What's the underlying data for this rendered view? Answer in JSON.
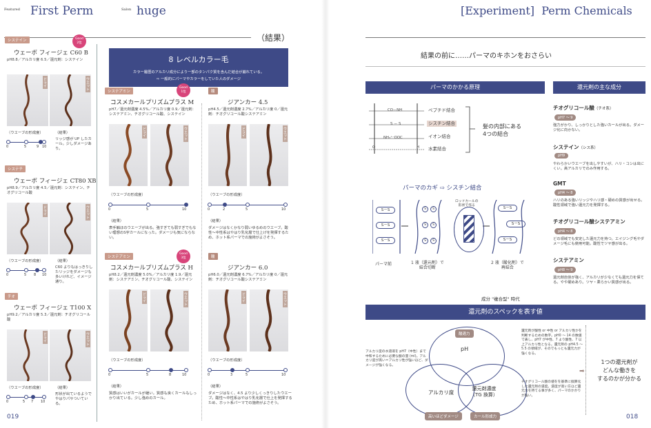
{
  "left": {
    "header": {
      "featured": "Featured",
      "title": "First Perm",
      "salon": "Salon",
      "salon_name": "huge"
    },
    "result_heading": "（結果）",
    "products": [
      {
        "tag": "システイン",
        "name": "ウェーボ フィージェ C60 B",
        "spec": "pH8.8／アルカリ度 6.5／還元剤：システイン",
        "dry": "ドライ",
        "wet": "ウエット",
        "scale_label": "（ウエーブの形成度）",
        "scale_nums": [
          "0",
          "5",
          "9",
          "10"
        ],
        "result_label": "（結果）",
        "result": "リッジ感が UP したカール。少しダメージあり。"
      },
      {
        "tag": "システチ",
        "name": "ウェーボ フィージェ CT80 XB",
        "spec": "pH8.9／アルカリ度 4.5／還元剤：システイン、チオグリコール酸",
        "dry": "ドライ",
        "wet": "ウエット",
        "scale_label": "（ウエーブの形成度）",
        "scale_nums": [
          "0",
          "5",
          "8",
          "10"
        ],
        "result_label": "（結果）",
        "result": "C60 よりもはっきりしたリッジをダメージも多いけれど、イメージ通り。"
      },
      {
        "tag": "チオ",
        "name": "ウェーボ フィージェ T100 X",
        "spec": "pH9.2／アルカリ度 5.3／還元剤：チオグリコール酸",
        "dry": "ドライ",
        "wet": "ウエット",
        "scale_label": "（ウエーブの形成度）",
        "scale_nums": [
          "0",
          "5",
          "7",
          "10"
        ],
        "result_label": "（結果）",
        "result": "形状が出ているようでやはりパサついている。"
      }
    ],
    "badge": {
      "line1": "Good",
      "line2": "2位"
    },
    "levelbox": {
      "title": "8 レベルカラー毛",
      "line1": "カラー履歴のアルカリ成分により一部のタンパク質を含んだ結合が崩れている。",
      "line2": "⇨ 一般的にパーマやカラーをしていた人のダメージ"
    },
    "grid": [
      {
        "tag": "システアミン",
        "badge1": "Good",
        "badge2": "1位",
        "name": "コスメカールプリズムプラス M",
        "spec": "pH7／還元剤濃度 4.5%／アルカリ度 0.9／還元剤：システアミン、チオグリコール酸、システイン",
        "dry": "ドライ",
        "wet": "ウエット",
        "scale_label": "（ウエーブの形成度）",
        "scale_nums": [
          "0",
          "5",
          "10"
        ],
        "result_label": "（結果）",
        "result": "表手触ほのウエーブが出る。強すぎても弱すぎでもない理想のS字カールになった。ダメージも気にならない。"
      },
      {
        "tag": "酸",
        "name": "ジアンカー 4.5",
        "spec": "pH4.5／還元剤濃度 2.7%／アルカリ度 0／還元剤：チオグリコール酸システアミン",
        "dry": "ドライ",
        "wet": "ウエット",
        "scale_label": "（ウエーブの形成度）",
        "scale_nums": [
          "0",
          "2",
          "5",
          "10"
        ],
        "result_label": "（結果）",
        "result": "ダメージはなくかなり弱いゆるめのウエーブ。酸性〜中性系はやはり乳化層で仕上げを発揮するため、ホット系パーマでの施術がよさそう。"
      },
      {
        "tag": "システアミン",
        "badge1": "Good",
        "badge2": "3位",
        "name": "コスメカールプリズムプラス H",
        "spec": "pH8.2／還元剤濃度 5.0%／アルカリ度 1.9／還元剤：システアミン、チオグリコール酸、システイン",
        "dry": "ドライ",
        "wet": "ウエット",
        "scale_label": "（ウエーブの形成度）",
        "scale_nums": [
          "0",
          "5",
          "8",
          "10"
        ],
        "result_label": "（結果）",
        "result": "質感はいいがカールが緩い。質感も良くカールもしっかり出ている。少し強めのカール。"
      },
      {
        "tag": "酸",
        "name": "ジアンカー 6.0",
        "spec": "pH6.0／還元剤濃度 6.7%／アルカリ度 0／還元剤：チオグリコール酸システアミン",
        "dry": "ドライ",
        "wet": "ウエット",
        "scale_label": "（ウエーブの形成度）",
        "scale_nums": [
          "0",
          "3",
          "5",
          "10"
        ],
        "result_label": "（結果）",
        "result": "ダメージはなく、4.5 より少しくっきりしたウエーブ。酸性〜中性系はやはり乳化層で仕上を発揮するため、ホット系パーマでの施術がよさそう。"
      }
    ],
    "page_no": "019"
  },
  "right": {
    "header": {
      "title": "[Experiment]  Perm Chemicals"
    },
    "intro": "結果の前に……パーマのキホンをおさらい",
    "principle": {
      "title": "パーマのかかる原理",
      "bonds": [
        "ペプチド結合",
        "シスチン結合",
        "イオン結合",
        "水素結合"
      ],
      "formula": [
        "CO－NH",
        "S － S",
        "NH₃⁺⁻OOC",
        "O",
        "H"
      ],
      "result": "髪の内部にある\n4つの結合"
    },
    "key": {
      "title": "パーマのカギ ⇨ シスチン結合",
      "ss": "S－S",
      "s": "S",
      "rod_note": "ロッドカールの\n形状で作る",
      "cap1": "パーマ前",
      "cap2": "1 液（還元剤）で\n結合切断",
      "cap3": "2 液（酸化剤）で\n再結合"
    },
    "reducers": {
      "title": "還元剤の主な成分",
      "items": [
        {
          "name": "チオグリコール酸",
          "sub": "（チオ系）",
          "ph": "pH7 〜 9",
          "desc": "強力がかり、しっかりとした強いカールが出る。ダメージ化に向かない。"
        },
        {
          "name": "システイン",
          "sub": "（シス系）",
          "ph": "pH9",
          "desc": "やわらかいウエーブを出しやすいが、ハリ・コシは出にくい。高アルカリでのみ作用する。"
        },
        {
          "name": "GMT",
          "sub": "",
          "ph": "pH4 〜 8",
          "desc": "ハリのある強いリッジやハリ感・硬めの質感が出せる。酸性領域で強い還元力を発揮する。"
        },
        {
          "name": "チオグリコール酸システアミン",
          "sub": "",
          "ph": "pH4 〜 8",
          "desc": "どの領域でも安定した還元力を持つ。エイジング毛やダメージ毛にも使用可能。酸性でツヤ感が出る。"
        },
        {
          "name": "システアミン",
          "sub": "",
          "ph": "pH8 〜 9",
          "desc": "還元剤自体が強く、アルカリが少なくても還元力を保てる。やや硬めあり。ツヤ・柔らかい質感が出る。"
        }
      ]
    },
    "composite": "成分 \"複合型\" 時代",
    "spec": {
      "title": "還元剤のスペックを表す値",
      "circles": [
        "pH",
        "アルカリ度",
        "還元剤濃度\n（TG 換算）"
      ],
      "labels": [
        "酸適力",
        "高いほどダメージ",
        "カール形成力"
      ],
      "note_left": "アルカリ度の水溶液を pH7（中性）まで中和するために必要な酸の量 (ml)。アルカリ度が高い＝アルカリ性が強いほど、ダメージが強くなる。",
      "note_right1": "還元剤が酸性 or 中性 or アルカリ性かを判断するための数字。pH0 〜 14 の数値で表し、pH7 が中性、7 より酸性、7 以上アルカリ性となる。還元剤の pH4.5 〜 5.5 の領域が、そのでもっとも還元力が強くなる。",
      "note_right2": "チオグリコール酸の値をを基準に換算化した還元剤の濃度。濃度が高い方ほど還元力を持てる事が多く、パーマのかかりが強い。",
      "conclusion": "1つの還元剤が\nどんな働きを\nするのかが分かる"
    },
    "page_no": "018"
  },
  "colors": {
    "navy": "#3e4a87",
    "pink": "#d8457a",
    "tag": "#c99a8a",
    "pill": "#a18a83"
  }
}
